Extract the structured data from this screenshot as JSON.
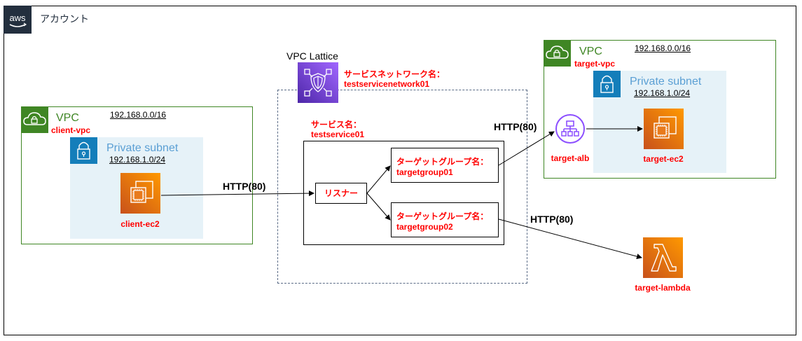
{
  "account": {
    "label": "アカウント",
    "logo_text": "aws"
  },
  "colors": {
    "vpc_green": "#3f8624",
    "subnet_blue": "#147eba",
    "subnet_bg": "#e6f2f8",
    "compute_orange": "#ff9900",
    "lattice_purple": "#8c4fff",
    "label_red": "#ff0000"
  },
  "client_vpc": {
    "label": "VPC",
    "name": "client-vpc",
    "cidr": "192.168.0.0/16",
    "subnet": {
      "label": "Private subnet",
      "cidr": "192.168.1.0/24"
    },
    "instance": {
      "name": "client-ec2",
      "icon": "ec2-icon"
    }
  },
  "lattice": {
    "title": "VPC Lattice",
    "icon": "vpc-lattice-icon",
    "service_network_label": "サービスネットワーク名：",
    "service_network_name": "testservicenetwork01",
    "service_label": "サービス名：",
    "service_name": "testservice01",
    "listener": "リスナー",
    "target_groups": [
      {
        "label": "ターゲットグループ名：",
        "name": "targetgroup01"
      },
      {
        "label": "ターゲットグループ名：",
        "name": "targetgroup02"
      }
    ]
  },
  "target_vpc": {
    "label": "VPC",
    "name": "target-vpc",
    "cidr": "192.168.0.0/16",
    "subnet": {
      "label": "Private subnet",
      "cidr": "192.168.1.0/24"
    },
    "alb": {
      "name": "target-alb",
      "icon": "alb-icon"
    },
    "instance": {
      "name": "target-ec2",
      "icon": "ec2-icon"
    }
  },
  "lambda": {
    "name": "target-lambda",
    "icon": "lambda-icon"
  },
  "connections": [
    {
      "from": "client-ec2",
      "to": "listener",
      "label": "HTTP(80)"
    },
    {
      "from": "listener",
      "to": "targetgroup01",
      "label": ""
    },
    {
      "from": "listener",
      "to": "targetgroup02",
      "label": ""
    },
    {
      "from": "targetgroup01",
      "to": "target-alb",
      "label": "HTTP(80)"
    },
    {
      "from": "target-alb",
      "to": "target-ec2",
      "label": ""
    },
    {
      "from": "targetgroup02",
      "to": "target-lambda",
      "label": "HTTP(80)"
    }
  ]
}
